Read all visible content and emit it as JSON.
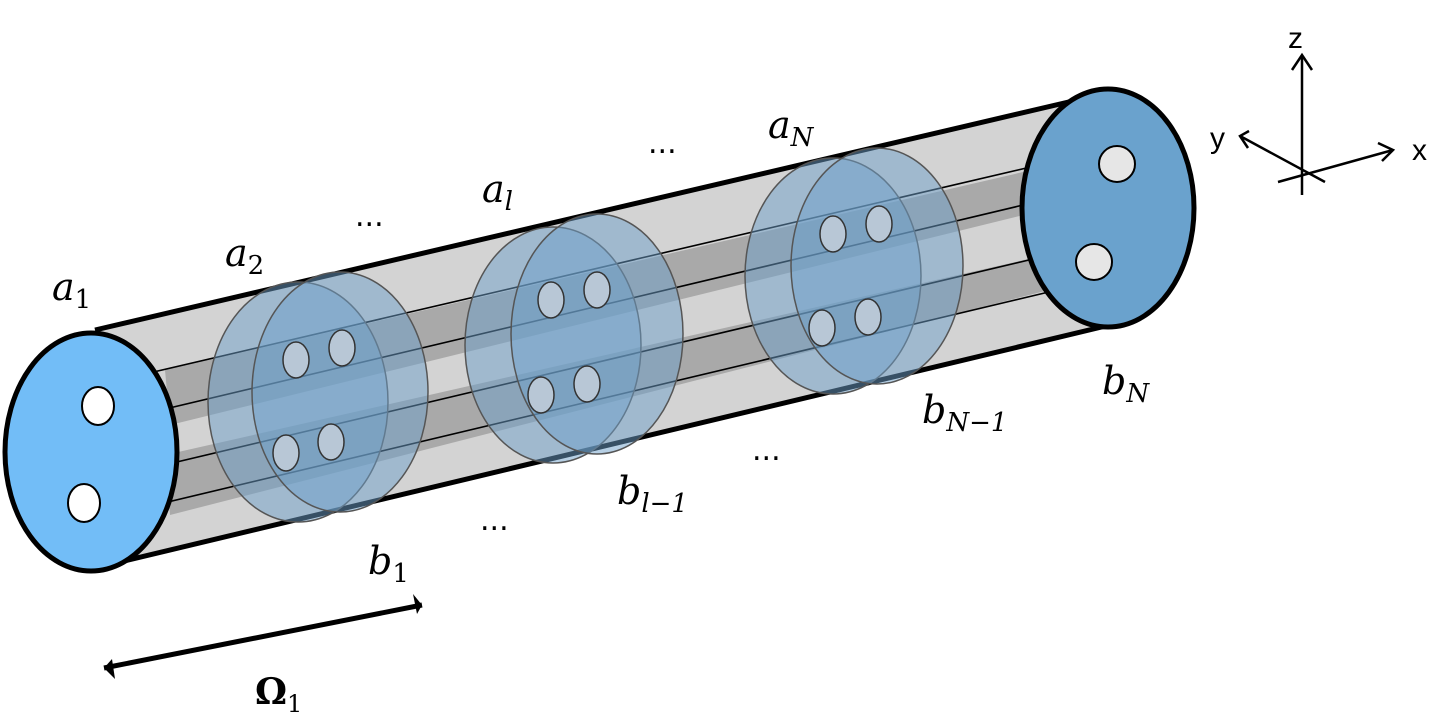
{
  "labels": {
    "a1": {
      "base": "a",
      "sub": "1"
    },
    "a2": {
      "base": "a",
      "sub": "2"
    },
    "al": {
      "base": "a",
      "sub": "l"
    },
    "aN": {
      "base": "a",
      "sub": "N"
    },
    "b1": {
      "base": "b",
      "sub": "1"
    },
    "bl1": {
      "base": "b",
      "sub": "l−1"
    },
    "bN1": {
      "base": "b",
      "sub": "N−1"
    },
    "bN": {
      "base": "b",
      "sub": "N"
    },
    "omega": {
      "base": "Ω",
      "sub": "1"
    },
    "ellipsis": "..."
  },
  "axes": {
    "x": "x",
    "y": "y",
    "z": "z"
  },
  "colors": {
    "cylinder_body": "#d3d3d3",
    "inner_band": "#a9a9a9",
    "end_face_left": "#72bdf7",
    "end_face_right": "#6aa2cd",
    "disk": "#6d9fc9",
    "hole": "#e6e6e6",
    "outline": "#000000"
  }
}
